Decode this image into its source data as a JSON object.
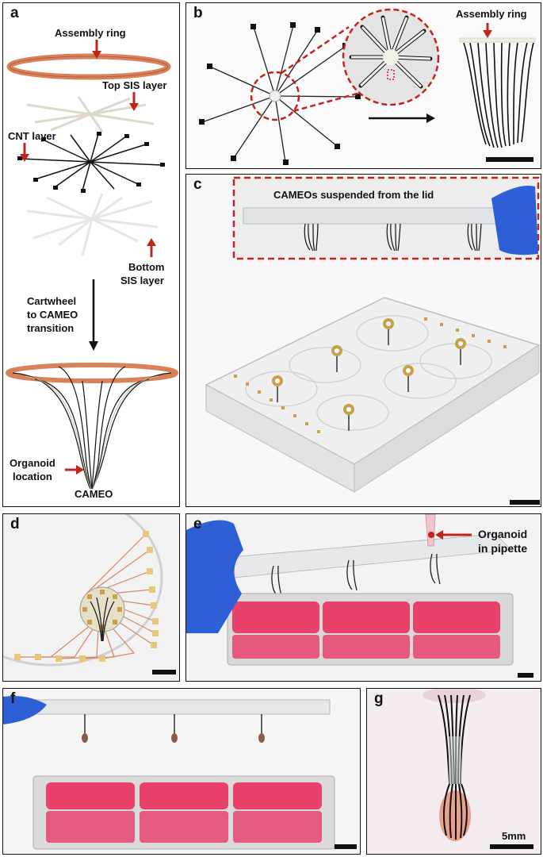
{
  "panel_a": {
    "label": "a",
    "assembly_ring": "Assembly ring",
    "top_sis": "Top SIS layer",
    "cnt_layer": "CNT layer",
    "bottom_sis_1": "Bottom",
    "bottom_sis_2": "SIS layer",
    "transition_1": "Cartwheel",
    "transition_2": "to CAMEO",
    "transition_3": "transition",
    "organoid_1": "Organoid",
    "organoid_2": "location",
    "cameo": "CAMEO"
  },
  "panel_b": {
    "label": "b",
    "assembly_ring": "Assembly ring"
  },
  "panel_c": {
    "label": "c",
    "caption": "CAMEOs suspended from the lid"
  },
  "panel_d": {
    "label": "d"
  },
  "panel_e": {
    "label": "e",
    "organoid_1": "Organoid",
    "organoid_2": "in pipette"
  },
  "panel_f": {
    "label": "f"
  },
  "panel_g": {
    "label": "g",
    "scale": "5mm"
  },
  "colors": {
    "arrow_red": "#c0251c",
    "ring": "#d9825a",
    "medium": "#e8416a",
    "glove": "#2f5fd6"
  }
}
